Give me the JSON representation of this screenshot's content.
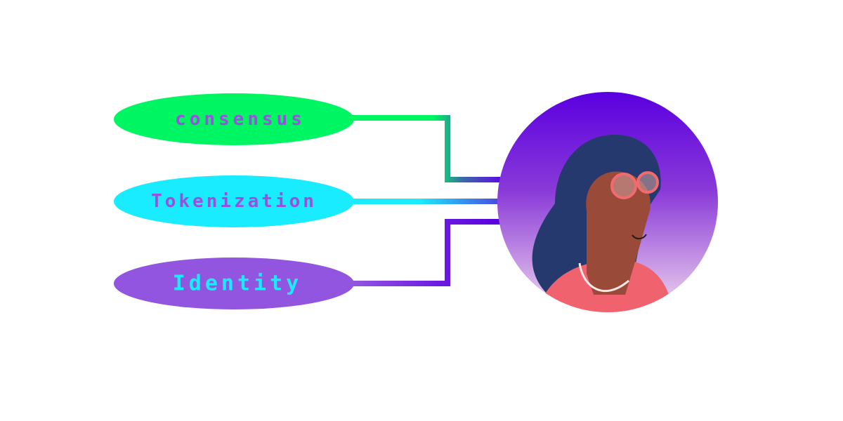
{
  "nodes": [
    {
      "label": "consensus",
      "fill": "#00f562",
      "text_color": "#9b4fe0"
    },
    {
      "label": "Tokenization",
      "fill": "#19ecff",
      "text_color": "#9b4fe0"
    },
    {
      "label": "Identity",
      "fill": "#9255df",
      "text_color": "#19ecff"
    }
  ],
  "colors": {
    "avatar_top": "#5a00e0",
    "avatar_bottom": "#f0d8ee",
    "connector": "#5a10e0"
  },
  "avatar": {
    "icon": "person-with-glasses-avatar"
  }
}
